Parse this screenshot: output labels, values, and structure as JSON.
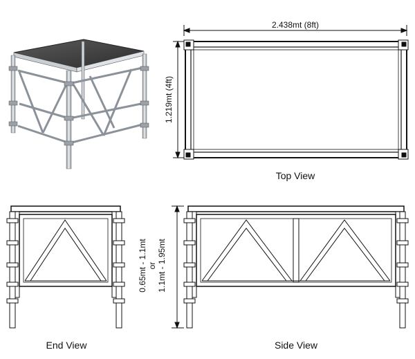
{
  "captions": {
    "top_view": "Top View",
    "end_view": "End View",
    "side_view": "Side View"
  },
  "dimensions": {
    "width": "2.438mt (8ft)",
    "depth": "1.219mt (4ft)",
    "height_low": "0.65mt - 1.1mt",
    "height_or": "or",
    "height_high": "1.1mt - 1.95mt"
  },
  "colors": {
    "line": "#111111",
    "deck": "#3c3c3c",
    "frame_light": "#e6e9ec",
    "frame_mid": "#b9bfc6",
    "frame_dark": "#7f868e"
  }
}
